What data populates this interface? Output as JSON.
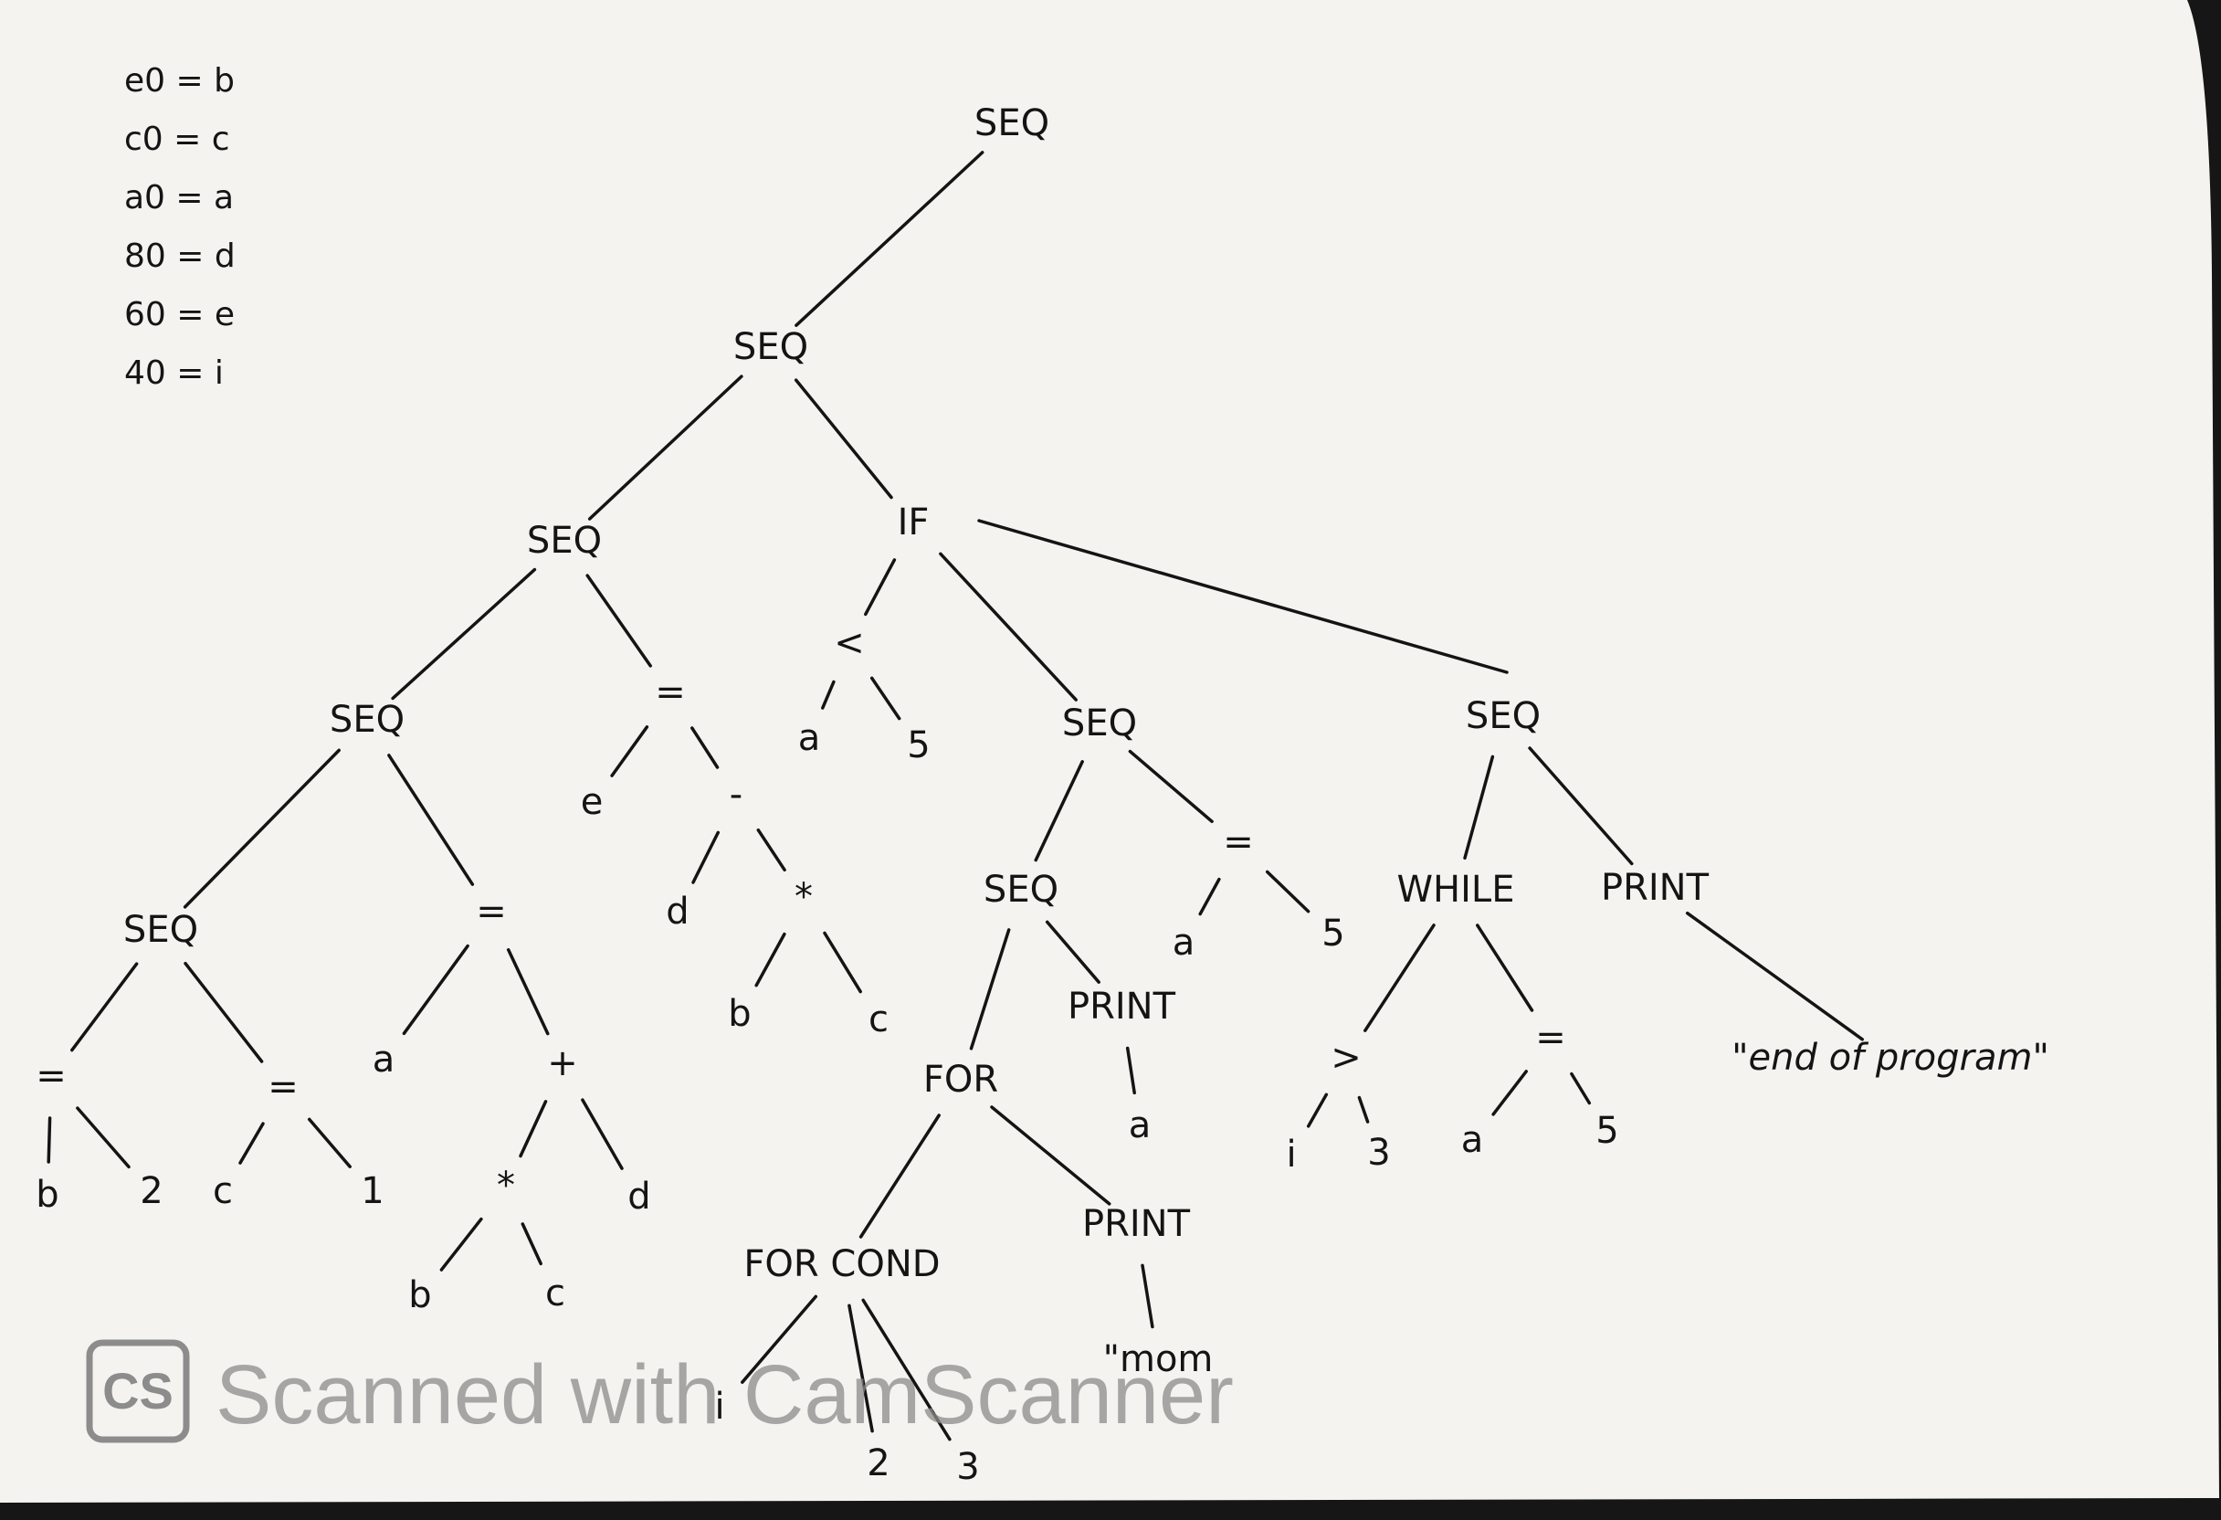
{
  "legend": [
    "e0 = b",
    "c0 = c",
    "a0 = a",
    "80 = d",
    "60 = e",
    "40 = i"
  ],
  "nodes": [
    {
      "id": "seq_root",
      "label": "SEQ"
    },
    {
      "id": "seq_2",
      "label": "SEQ"
    },
    {
      "id": "seq_3",
      "label": "SEQ"
    },
    {
      "id": "if_1",
      "label": "IF"
    },
    {
      "id": "seq_4",
      "label": "SEQ"
    },
    {
      "id": "assign_e",
      "label": "="
    },
    {
      "id": "seq_5",
      "label": "SEQ"
    },
    {
      "id": "assign_a",
      "label": "="
    },
    {
      "id": "assign_b",
      "label": "="
    },
    {
      "id": "assign_c",
      "label": "="
    },
    {
      "id": "b1",
      "label": "b"
    },
    {
      "id": "n2a",
      "label": "2"
    },
    {
      "id": "c1",
      "label": "c"
    },
    {
      "id": "n1",
      "label": "1"
    },
    {
      "id": "a1",
      "label": "a"
    },
    {
      "id": "plus1",
      "label": "+"
    },
    {
      "id": "mul1",
      "label": "*"
    },
    {
      "id": "d1",
      "label": "d"
    },
    {
      "id": "b2",
      "label": "b"
    },
    {
      "id": "c2",
      "label": "c"
    },
    {
      "id": "e1",
      "label": "e"
    },
    {
      "id": "minus1",
      "label": "-"
    },
    {
      "id": "d2",
      "label": "d"
    },
    {
      "id": "mul2",
      "label": "*"
    },
    {
      "id": "b3",
      "label": "b"
    },
    {
      "id": "c3",
      "label": "c"
    },
    {
      "id": "lt1",
      "label": "<"
    },
    {
      "id": "a2",
      "label": "a"
    },
    {
      "id": "n5a",
      "label": "5"
    },
    {
      "id": "seq_6",
      "label": "SEQ"
    },
    {
      "id": "seq_7",
      "label": "SEQ"
    },
    {
      "id": "assign_a2",
      "label": "="
    },
    {
      "id": "a3",
      "label": "a"
    },
    {
      "id": "n5b",
      "label": "5"
    },
    {
      "id": "for1",
      "label": "FOR"
    },
    {
      "id": "print_a",
      "label": "PRINT"
    },
    {
      "id": "a4",
      "label": "a"
    },
    {
      "id": "forcond",
      "label": "FOR COND"
    },
    {
      "id": "print_mom",
      "label": "PRINT"
    },
    {
      "id": "mom",
      "label": "\"mom"
    },
    {
      "id": "fc_i",
      "label": "i"
    },
    {
      "id": "n2b",
      "label": "2"
    },
    {
      "id": "n3a",
      "label": "3"
    },
    {
      "id": "seq_8",
      "label": "SEQ"
    },
    {
      "id": "while1",
      "label": "WHILE"
    },
    {
      "id": "print_end",
      "label": "PRINT"
    },
    {
      "id": "end_str",
      "label": "\"end of program\""
    },
    {
      "id": "gt1",
      "label": ">"
    },
    {
      "id": "i1",
      "label": "i"
    },
    {
      "id": "n3b",
      "label": "3"
    },
    {
      "id": "assign_a3",
      "label": "="
    },
    {
      "id": "a5",
      "label": "a"
    },
    {
      "id": "n5c",
      "label": "5"
    }
  ],
  "edges": [
    [
      "seq_root",
      "seq_2"
    ],
    [
      "seq_2",
      "seq_3"
    ],
    [
      "seq_2",
      "if_1"
    ],
    [
      "seq_3",
      "seq_4"
    ],
    [
      "seq_3",
      "assign_e"
    ],
    [
      "seq_4",
      "seq_5"
    ],
    [
      "seq_4",
      "assign_a"
    ],
    [
      "seq_5",
      "assign_b"
    ],
    [
      "seq_5",
      "assign_c"
    ],
    [
      "assign_b",
      "b1"
    ],
    [
      "assign_b",
      "n2a"
    ],
    [
      "assign_c",
      "c1"
    ],
    [
      "assign_c",
      "n1"
    ],
    [
      "assign_a",
      "a1"
    ],
    [
      "assign_a",
      "plus1"
    ],
    [
      "plus1",
      "mul1"
    ],
    [
      "plus1",
      "d1"
    ],
    [
      "mul1",
      "b2"
    ],
    [
      "mul1",
      "c2"
    ],
    [
      "assign_e",
      "e1"
    ],
    [
      "assign_e",
      "minus1"
    ],
    [
      "minus1",
      "d2"
    ],
    [
      "minus1",
      "mul2"
    ],
    [
      "mul2",
      "b3"
    ],
    [
      "mul2",
      "c3"
    ],
    [
      "if_1",
      "lt1"
    ],
    [
      "if_1",
      "seq_6"
    ],
    [
      "if_1",
      "seq_8"
    ],
    [
      "lt1",
      "a2"
    ],
    [
      "lt1",
      "n5a"
    ],
    [
      "seq_6",
      "seq_7"
    ],
    [
      "seq_6",
      "assign_a2"
    ],
    [
      "assign_a2",
      "a3"
    ],
    [
      "assign_a2",
      "n5b"
    ],
    [
      "seq_7",
      "for1"
    ],
    [
      "seq_7",
      "print_a"
    ],
    [
      "print_a",
      "a4"
    ],
    [
      "for1",
      "forcond"
    ],
    [
      "for1",
      "print_mom"
    ],
    [
      "print_mom",
      "mom"
    ],
    [
      "forcond",
      "fc_i"
    ],
    [
      "forcond",
      "n2b"
    ],
    [
      "forcond",
      "n3a"
    ],
    [
      "seq_8",
      "while1"
    ],
    [
      "seq_8",
      "print_end"
    ],
    [
      "print_end",
      "end_str"
    ],
    [
      "while1",
      "gt1"
    ],
    [
      "while1",
      "assign_a3"
    ],
    [
      "gt1",
      "i1"
    ],
    [
      "gt1",
      "n3b"
    ],
    [
      "assign_a3",
      "a5"
    ],
    [
      "assign_a3",
      "n5c"
    ]
  ],
  "watermark": {
    "logo": "CS",
    "text": "Scanned with CamScanner"
  }
}
